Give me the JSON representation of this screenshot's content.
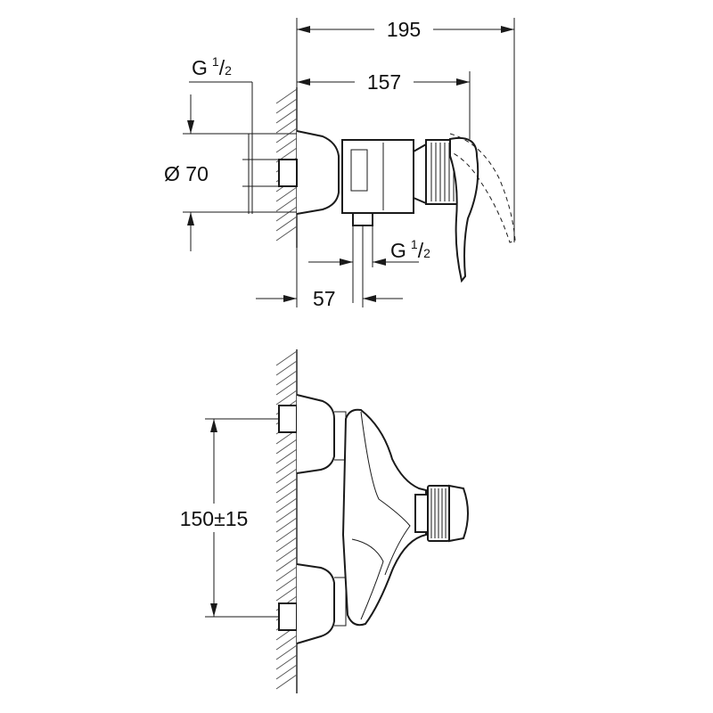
{
  "dimensions": {
    "overall_depth": "195",
    "depth_to_handle": "157",
    "inlet_thread_g": "G",
    "inlet_thread_num": "1",
    "inlet_thread_den": "2",
    "escutcheon_diameter": "Ø 70",
    "outlet_thread_g": "G",
    "outlet_thread_num": "1",
    "outlet_thread_den": "2",
    "outlet_offset": "57",
    "inlet_centres": "150±15"
  },
  "colors": {
    "line": "#1a1a1a",
    "hatch": "#555555",
    "background": "#ffffff"
  }
}
